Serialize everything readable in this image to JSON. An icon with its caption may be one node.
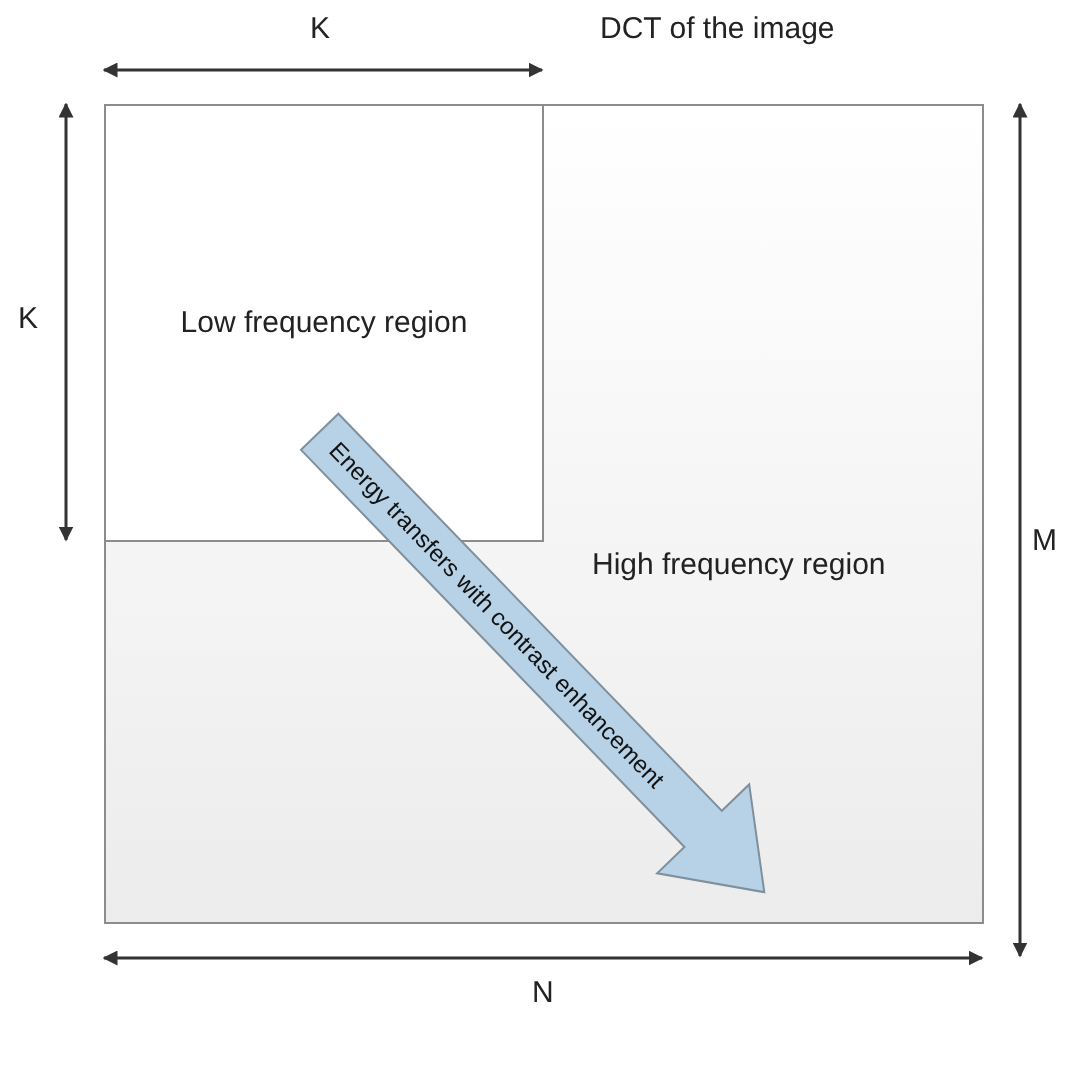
{
  "diagram": {
    "title": "DCT of the image",
    "nodes": [
      {
        "text": [
          "High frequency region"
        ]
      },
      {
        "text": [
          "Low frequency region"
        ],
        "in": 0
      },
      {
        "text": [
          "Energy transfers with contrast enhancement"
        ],
        "in": 0
      }
    ],
    "labels": [
      "K",
      "K",
      "M",
      "N"
    ]
  }
}
